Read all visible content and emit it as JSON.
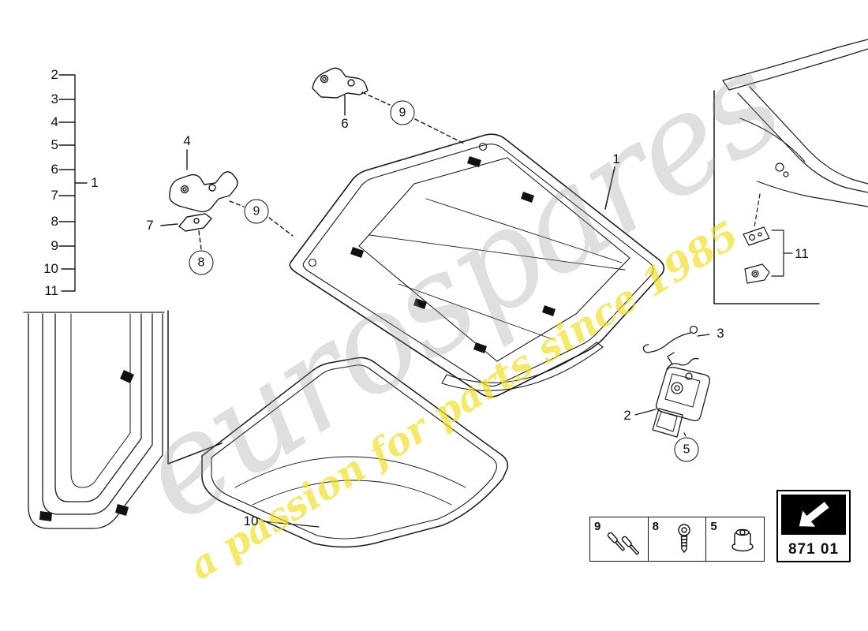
{
  "watermark": {
    "brand": "eurospares",
    "slogan": "a passion for parts since 1985"
  },
  "index": {
    "group_label": "1",
    "items": [
      "2",
      "3",
      "4",
      "5",
      "6",
      "7",
      "8",
      "9",
      "10",
      "11"
    ]
  },
  "callouts": {
    "roof_panel": "1",
    "lock_assembly": "2",
    "release_cable": "3",
    "hinge_bracket": "4",
    "nut": "5",
    "front_bracket": "6",
    "shim_plate": "7",
    "screw": "8",
    "pin_front": "9",
    "pin_rear": "9",
    "headliner": "10",
    "rear_bracket": "11"
  },
  "legend": {
    "cells": [
      {
        "label": "9",
        "icon": "pin-icon"
      },
      {
        "label": "8",
        "icon": "screw-icon"
      },
      {
        "label": "5",
        "icon": "nut-icon"
      }
    ],
    "part_code": "871 01"
  },
  "colors": {
    "line": "#1a1a1a",
    "watermark_gray": "#969696",
    "watermark_yellow": "#f0de1c"
  }
}
